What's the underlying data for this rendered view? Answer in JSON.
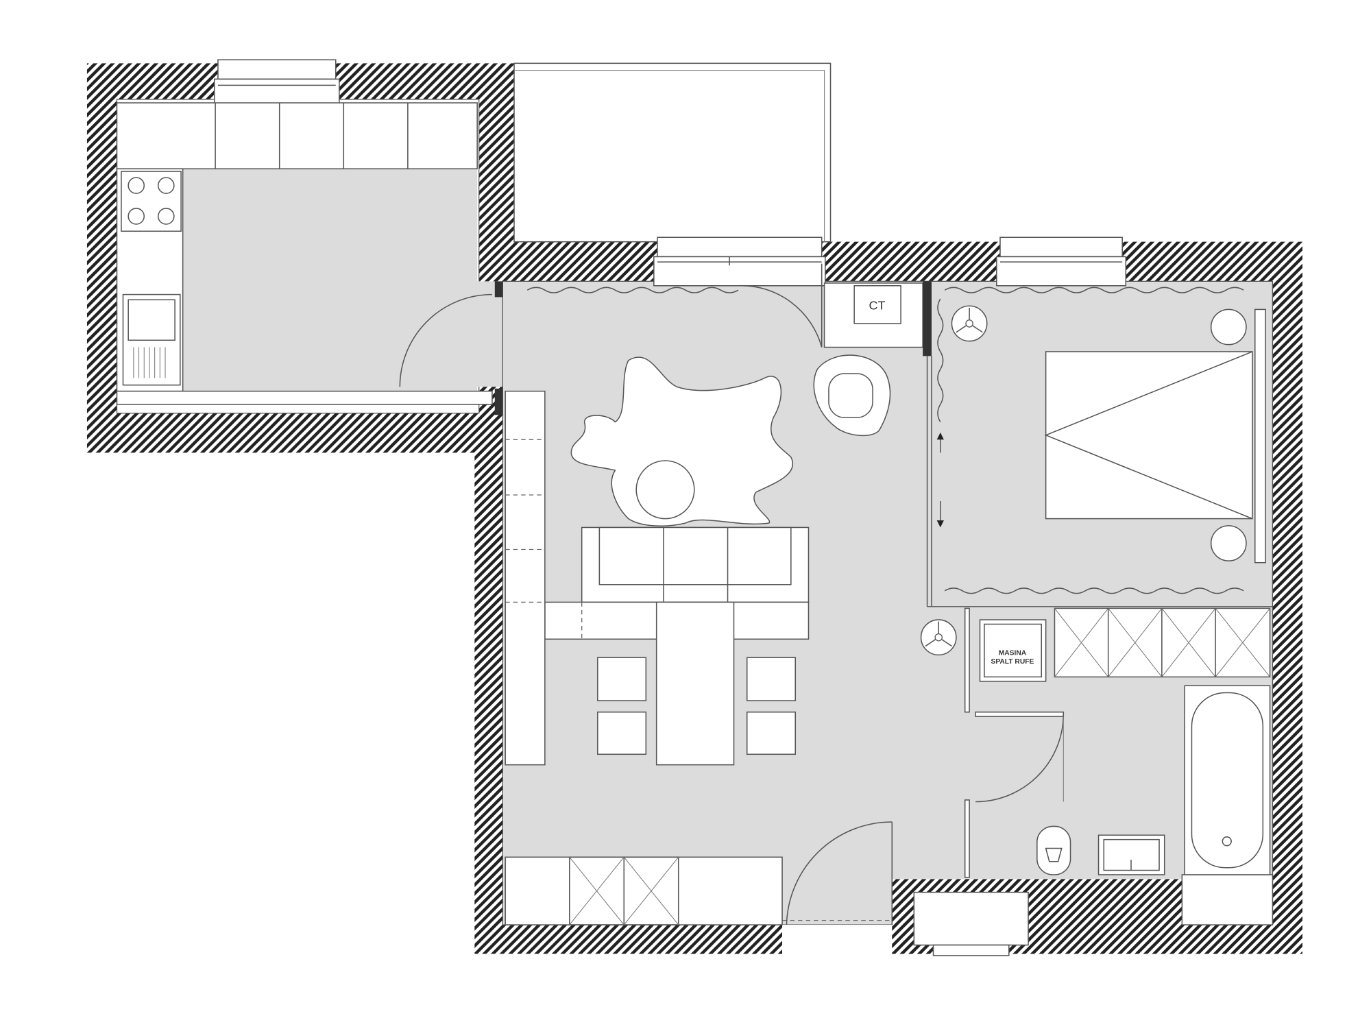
{
  "plan": {
    "labels": {
      "ct": "CT",
      "washer_line1": "MASINA",
      "washer_line2": "SPALT RUFE"
    },
    "colors": {
      "floor": "#dcdcdc",
      "wall_hatch": "#222222",
      "furniture": "#ffffff",
      "line": "#555555"
    }
  }
}
